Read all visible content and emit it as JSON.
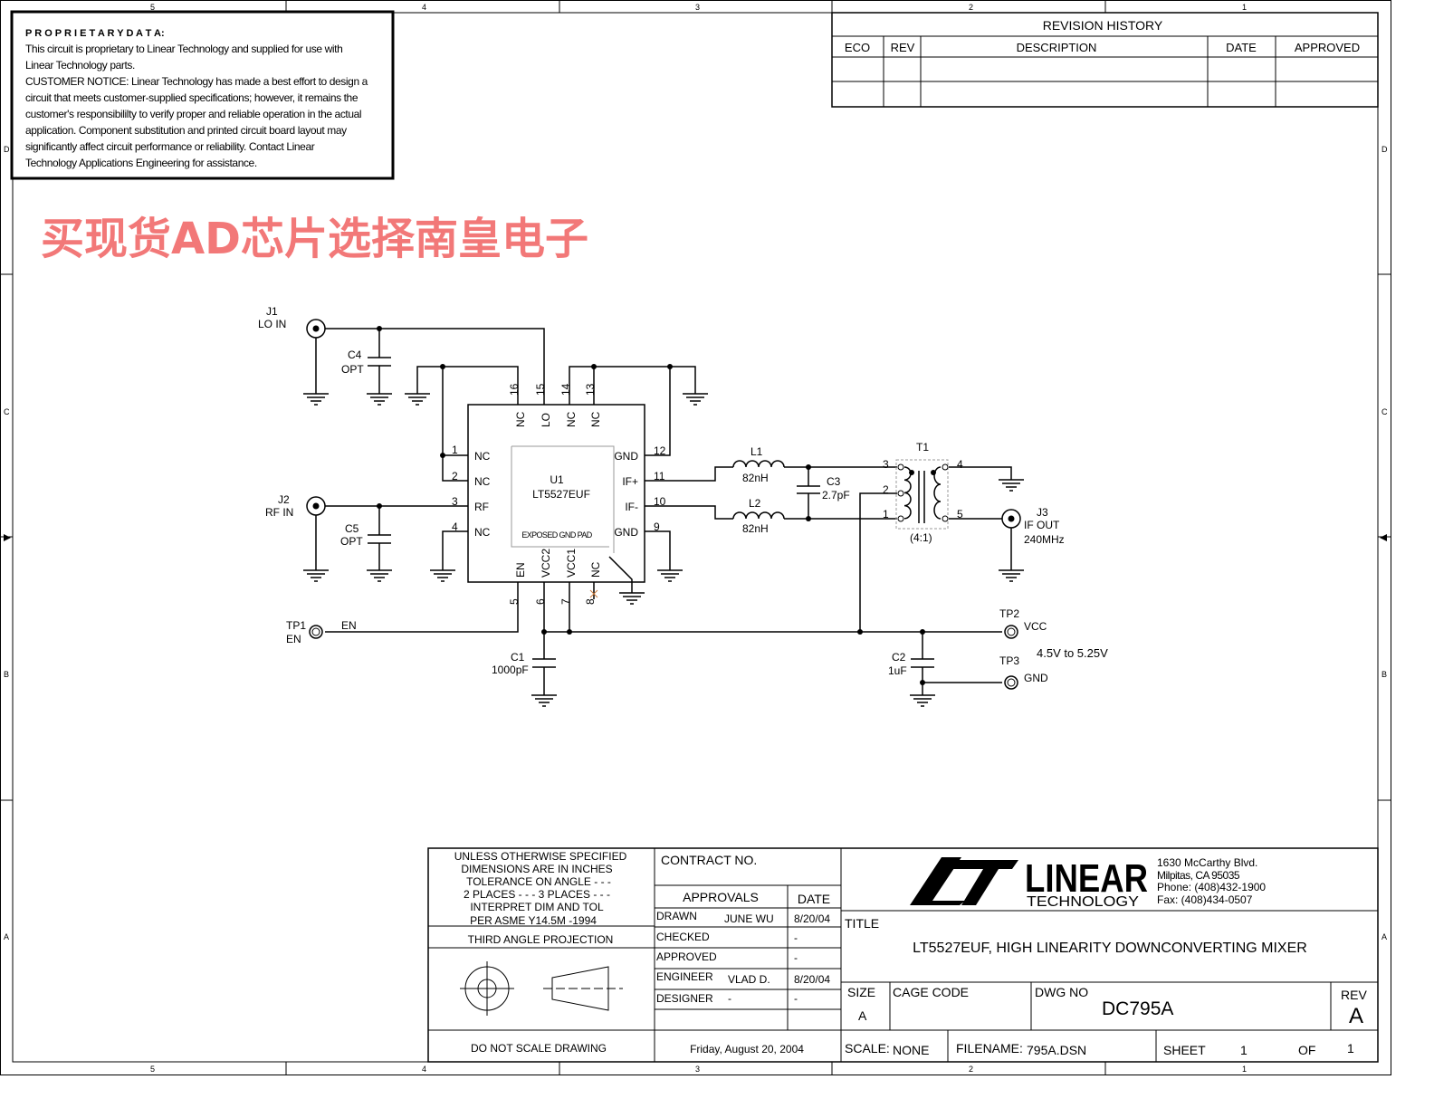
{
  "border": {
    "columns": [
      "5",
      "4",
      "3",
      "2",
      "1"
    ],
    "rows": [
      "D",
      "C",
      "B",
      "A"
    ]
  },
  "notice": {
    "heading": "P R O P R I E T A R Y   D A T A:",
    "lines": [
      "This circuit is proprietary to Linear Technology and supplied for use with",
      "Linear Technology parts.",
      "CUSTOMER NOTICE:  Linear Technology has made a best effort to design a",
      "circuit that meets customer-supplied specifications; however, it remains the",
      "customer's responsibililty to verify proper and reliable operation in the actual",
      "application.  Component substitution and printed circuit board layout may",
      "significantly affect circuit performance or reliability.  Contact Linear",
      "Technology Applications Engineering for assistance."
    ]
  },
  "revision_history": {
    "title": "REVISION HISTORY",
    "columns": [
      "ECO",
      "REV",
      "DESCRIPTION",
      "DATE",
      "APPROVED"
    ]
  },
  "watermark": "买现货AD芯片选择南皇电子",
  "schematic": {
    "j1": {
      "ref": "J1",
      "label": "LO IN"
    },
    "j2": {
      "ref": "J2",
      "label": "RF IN"
    },
    "j3": {
      "ref": "J3",
      "label": "IF OUT",
      "freq": "240MHz"
    },
    "c4": {
      "ref": "C4",
      "value": "OPT"
    },
    "c5": {
      "ref": "C5",
      "value": "OPT"
    },
    "c1": {
      "ref": "C1",
      "value": "1000pF"
    },
    "c2": {
      "ref": "C2",
      "value": "1uF"
    },
    "c3": {
      "ref": "C3",
      "value": "2.7pF"
    },
    "l1": {
      "ref": "L1",
      "value": "82nH"
    },
    "l2": {
      "ref": "L2",
      "value": "82nH"
    },
    "t1": {
      "ref": "T1",
      "ratio": "(4:1)",
      "pins": [
        "3",
        "2",
        "1",
        "4",
        "5"
      ]
    },
    "u1": {
      "ref": "U1",
      "part": "LT5527EUF",
      "pad": "EXPOSED GND PAD",
      "top_pins": [
        {
          "num": "16",
          "name": "NC"
        },
        {
          "num": "15",
          "name": "LO"
        },
        {
          "num": "14",
          "name": "NC"
        },
        {
          "num": "13",
          "name": "NC"
        }
      ],
      "left_pins": [
        {
          "num": "1",
          "name": "NC"
        },
        {
          "num": "2",
          "name": "NC"
        },
        {
          "num": "3",
          "name": "RF"
        },
        {
          "num": "4",
          "name": "NC"
        }
      ],
      "right_pins": [
        {
          "num": "12",
          "name": "GND"
        },
        {
          "num": "11",
          "name": "IF+"
        },
        {
          "num": "10",
          "name": "IF-"
        },
        {
          "num": "9",
          "name": "GND"
        }
      ],
      "bottom_pins": [
        {
          "num": "5",
          "name": "EN"
        },
        {
          "num": "6",
          "name": "VCC2"
        },
        {
          "num": "7",
          "name": "VCC1"
        },
        {
          "num": "8",
          "name": "NC"
        }
      ]
    },
    "tp1": {
      "ref": "TP1",
      "label": "EN",
      "net": "EN"
    },
    "tp2": {
      "ref": "TP2",
      "label": "VCC"
    },
    "tp3": {
      "ref": "TP3",
      "label": "GND"
    },
    "supply_range": "4.5V to 5.25V"
  },
  "title_block": {
    "tolerance_lines": [
      "UNLESS OTHERWISE SPECIFIED",
      "DIMENSIONS ARE IN INCHES",
      "TOLERANCE ON ANGLE - - -",
      "2 PLACES - - -    3 PLACES - - -",
      "INTERPRET DIM AND TOL",
      "PER ASME Y14.5M -1994"
    ],
    "projection": "THIRD ANGLE PROJECTION",
    "do_not_scale": "DO NOT SCALE DRAWING",
    "contract_no": "CONTRACT NO.",
    "approvals": "APPROVALS",
    "date_header": "DATE",
    "approval_rows": [
      {
        "role": "DRAWN",
        "name": "JUNE WU",
        "date": "8/20/04"
      },
      {
        "role": "CHECKED",
        "name": "",
        "date": "-"
      },
      {
        "role": "APPROVED",
        "name": "",
        "date": "-"
      },
      {
        "role": "ENGINEER",
        "name": "VLAD D.",
        "date": "8/20/04"
      },
      {
        "role": "DESIGNER",
        "name": "-",
        "date": "-"
      }
    ],
    "print_date": "Friday, August 20, 2004",
    "company": {
      "logo_text": "LINEAR",
      "sub": "TECHNOLOGY",
      "address": [
        "1630 McCarthy Blvd.",
        "Milpitas, CA 95035",
        "Phone: (408)432-1900",
        "Fax: (408)434-0507"
      ]
    },
    "title_label": "TITLE",
    "title": "LT5527EUF, HIGH LINEARITY DOWNCONVERTING MIXER",
    "size_label": "SIZE",
    "size": "A",
    "cage_code_label": "CAGE CODE",
    "dwg_no_label": "DWG NO",
    "dwg_no": "DC795A",
    "rev_label": "REV",
    "rev": "A",
    "scale_label": "SCALE:",
    "scale": "NONE",
    "filename_label": "FILENAME:",
    "filename": "795A.DSN",
    "sheet_label": "SHEET",
    "sheet": "1",
    "of_label": "OF",
    "of": "1"
  }
}
